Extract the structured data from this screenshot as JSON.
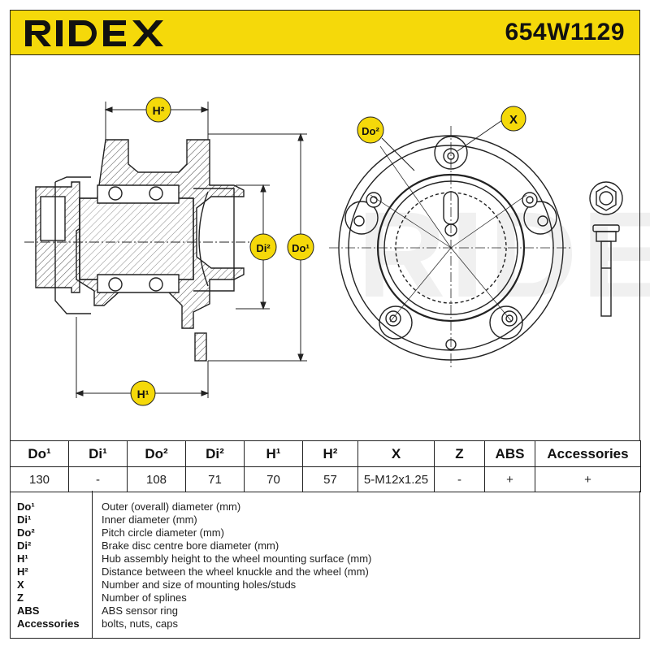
{
  "header": {
    "brand": "RIDEX",
    "part_number": "654W1129",
    "accent_color": "#f5d90a"
  },
  "drawing": {
    "labels": {
      "h2": "H²",
      "h1": "H¹",
      "di2": "Di²",
      "do1": "Do¹",
      "do2": "Do²",
      "x": "X"
    },
    "watermark": "RIDEX"
  },
  "table": {
    "headers": [
      "Do¹",
      "Di¹",
      "Do²",
      "Di²",
      "H¹",
      "H²",
      "X",
      "Z",
      "ABS",
      "Accessories"
    ],
    "values": [
      "130",
      "-",
      "108",
      "71",
      "70",
      "57",
      "5-M12x1.25",
      "-",
      "+",
      "+"
    ]
  },
  "legend": [
    {
      "key": "Do¹",
      "desc": "Outer (overall) diameter (mm)"
    },
    {
      "key": "Di¹",
      "desc": "Inner diameter (mm)"
    },
    {
      "key": "Do²",
      "desc": "Pitch circle diameter (mm)"
    },
    {
      "key": "Di²",
      "desc": "Brake disc centre bore diameter (mm)"
    },
    {
      "key": "H¹",
      "desc": "Hub assembly height to the wheel mounting surface (mm)"
    },
    {
      "key": "H²",
      "desc": "Distance between the wheel knuckle and the wheel (mm)"
    },
    {
      "key": "X",
      "desc": "Number and size of mounting holes/studs"
    },
    {
      "key": "Z",
      "desc": "Number of splines"
    },
    {
      "key": "ABS",
      "desc": "ABS sensor ring"
    },
    {
      "key": "Accessories",
      "desc": "bolts, nuts, caps"
    }
  ]
}
